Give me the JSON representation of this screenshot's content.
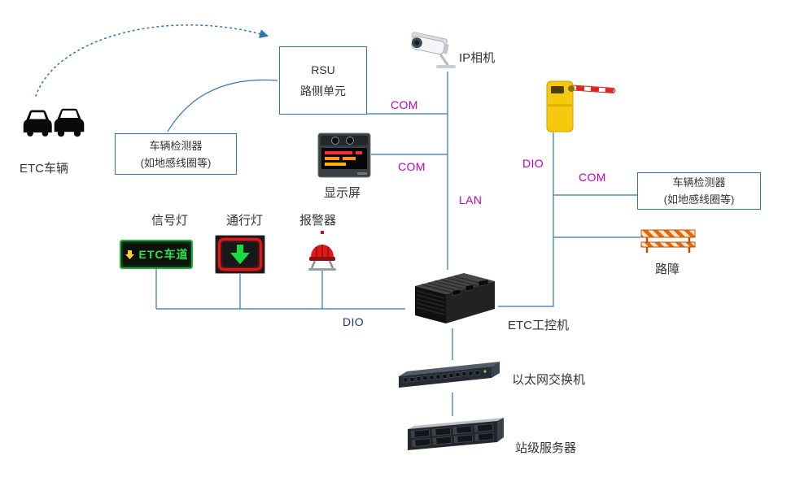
{
  "colors": {
    "line": "#2e75b6",
    "box_border": "#2e75b6",
    "port_label": "#bf00bf",
    "dio_left": "#1f3864",
    "label": "#333333",
    "canvas_bg": "#ffffff"
  },
  "nodes": {
    "etc_vehicle": {
      "label": "ETC车辆"
    },
    "detector_left": {
      "line1": "车辆检测器",
      "line2": "(如地感线圈等)"
    },
    "rsu": {
      "line1": "RSU",
      "line2": "路侧单元"
    },
    "ip_camera": {
      "label": "IP相机"
    },
    "display": {
      "label": "显示屏"
    },
    "signal_light": {
      "label": "信号灯",
      "panel_text": "ETC车道"
    },
    "pass_light": {
      "label": "通行灯"
    },
    "alarm": {
      "label": "报警器"
    },
    "etc_ipc": {
      "label": "ETC工控机"
    },
    "ethernet_switch": {
      "label": "以太网交换机"
    },
    "station_server": {
      "label": "站级服务器"
    },
    "detector_right": {
      "line1": "车辆检测器",
      "line2": "(如地感线圈等)"
    },
    "roadblock": {
      "label": "路障"
    }
  },
  "links": {
    "com_rsu": "COM",
    "com_display": "COM",
    "lan": "LAN",
    "dio_left": "DIO",
    "dio_right": "DIO",
    "com_right": "COM"
  }
}
